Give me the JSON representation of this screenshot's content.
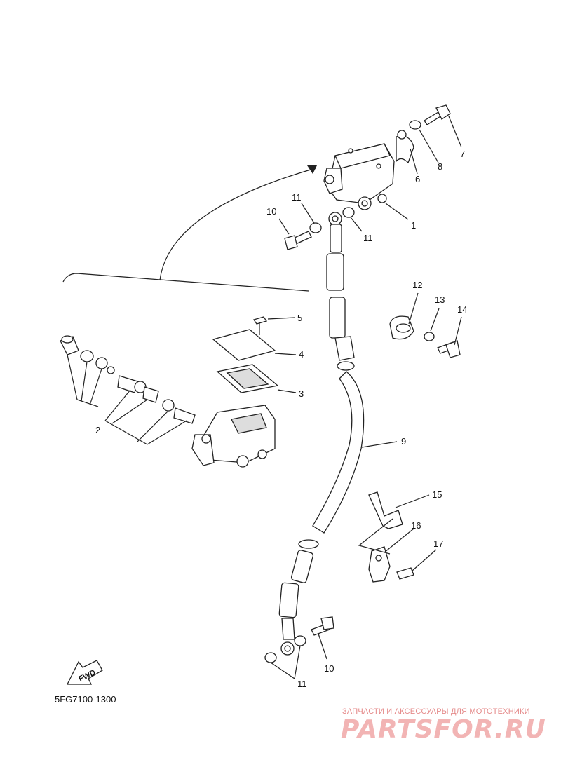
{
  "labels": {
    "p1": "1",
    "p2": "2",
    "p3": "3",
    "p4": "4",
    "p5": "5",
    "p6": "6",
    "p7": "7",
    "p8": "8",
    "p9": "9",
    "p10a": "10",
    "p10b": "10",
    "p11a": "11",
    "p11b": "11",
    "p11c": "11",
    "p12": "12",
    "p13": "13",
    "p14": "14",
    "p15": "15",
    "p16": "16",
    "p17": "17"
  },
  "fwd_label": "FWD",
  "diagram_code": "5FG7100-1300",
  "watermark": {
    "tagline": "ЗАПЧАСТИ И АКСЕССУАРЫ ДЛЯ МОТОТЕХНИКИ",
    "logo": "PARTSFOR.RU"
  }
}
